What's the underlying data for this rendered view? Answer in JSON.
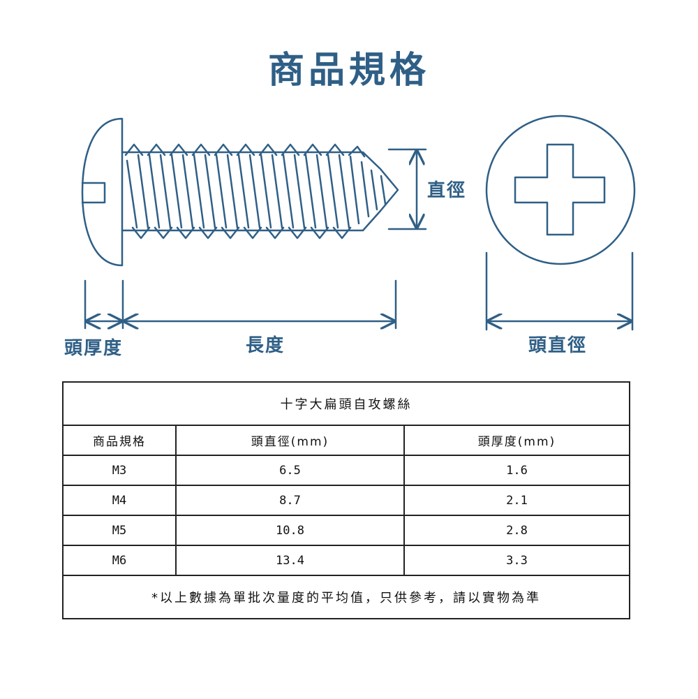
{
  "title": "商品規格",
  "diagram": {
    "label_diameter": "直徑",
    "label_head_thickness": "頭厚度",
    "label_length": "長度",
    "label_head_diameter": "頭直徑",
    "stroke_color": "#2f5f86"
  },
  "table": {
    "caption": "十字大扁頭自攻螺絲",
    "headers": [
      "商品規格",
      "頭直徑(mm)",
      "頭厚度(mm)"
    ],
    "rows": [
      [
        "M3",
        "6.5",
        "1.6"
      ],
      [
        "M4",
        "8.7",
        "2.1"
      ],
      [
        "M5",
        "10.8",
        "2.8"
      ],
      [
        "M6",
        "13.4",
        "3.3"
      ]
    ],
    "note": "*以上數據為單批次量度的平均值，只供參考，請以實物為準"
  }
}
